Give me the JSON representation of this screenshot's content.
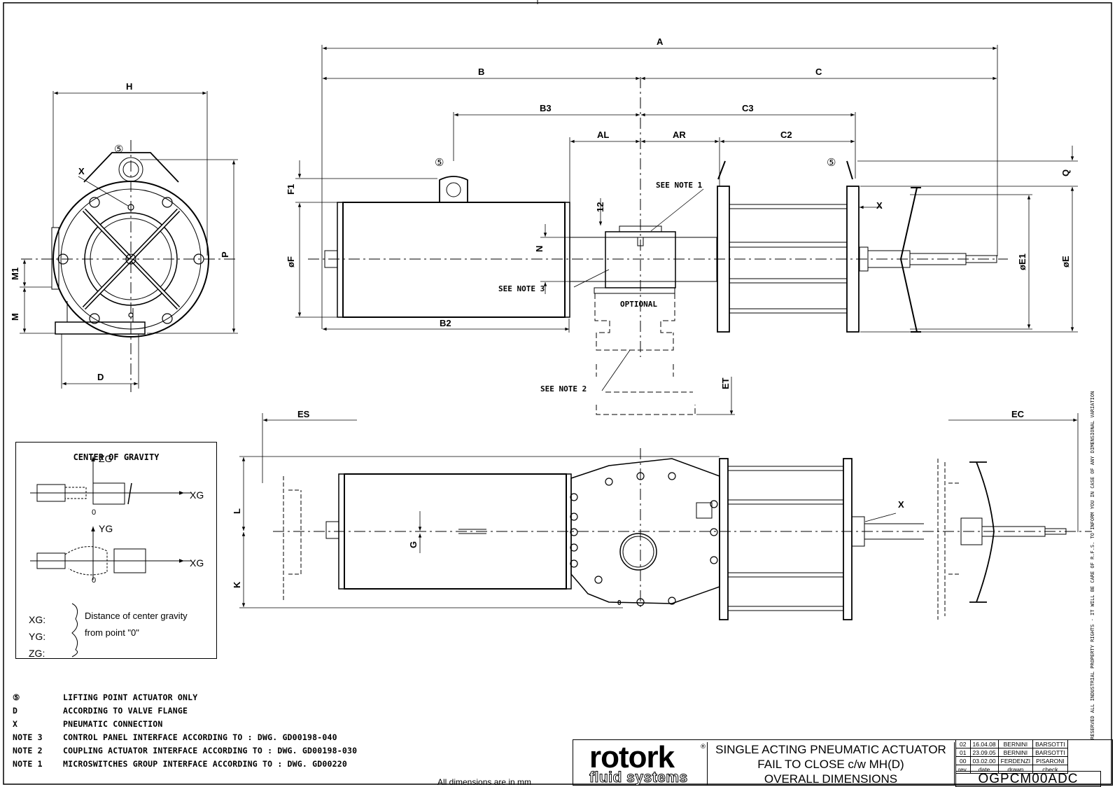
{
  "dimensions": {
    "A": "A",
    "B": "B",
    "C": "C",
    "B3": "B3",
    "C3": "C3",
    "AL": "AL",
    "AR": "AR",
    "C2": "C2",
    "H": "H",
    "P": "P",
    "M": "M",
    "M1": "M1",
    "D": "D",
    "X": "X",
    "F1": "F1",
    "F": "øF",
    "E1": "øE1",
    "E": "øE",
    "Q": "Q",
    "N": "N",
    "dim12": "12",
    "B2": "B2",
    "ET": "ET",
    "ES": "ES",
    "EC": "EC",
    "L": "L",
    "K": "K",
    "G": "G"
  },
  "notes_callouts": {
    "note1": "SEE NOTE 1",
    "note2": "SEE NOTE 2",
    "note3": "SEE NOTE 3",
    "optional": "OPTIONAL",
    "origin": "0"
  },
  "center_of_gravity": {
    "title": "CENTER OF GRAVITY",
    "zg": "ZG",
    "xg": "XG",
    "yg": "YG",
    "xg_colon": "XG:",
    "yg_colon": "YG:",
    "zg_colon": "ZG:",
    "text_line1": "Distance of center gravity",
    "text_line2": "from point \"0\""
  },
  "legend": [
    {
      "key": "⑤",
      "text": "LIFTING POINT ACTUATOR ONLY"
    },
    {
      "key": "D",
      "text": "ACCORDING TO VALVE FLANGE"
    },
    {
      "key": "X",
      "text": "PNEUMATIC CONNECTION"
    },
    {
      "key": "NOTE 3",
      "text": "CONTROL PANEL INTERFACE ACCORDING TO : DWG. GD00198-040"
    },
    {
      "key": "NOTE 2",
      "text": "COUPLING ACTUATOR INTERFACE ACCORDING TO : DWG. GD00198-030"
    },
    {
      "key": "NOTE 1",
      "text": "MICROSWITCHES GROUP INTERFACE ACCORDING TO : DWG. GD00220"
    }
  ],
  "all_dimensions": "All dimensions are in mm",
  "logo": {
    "line1": "rotork",
    "line2": "fluid systems",
    "reg": "®"
  },
  "title_block": {
    "line1": "SINGLE ACTING PNEUMATIC ACTUATOR",
    "line2": "FAIL TO CLOSE c/w MH(D)",
    "line3": "OVERALL DIMENSIONS",
    "drawing_number": "OGPCM00ADC",
    "revisions": [
      {
        "rev": "02",
        "date": "16.04.08",
        "drawn": "BERNINI",
        "check": "BARSOTTI"
      },
      {
        "rev": "01",
        "date": "23.09.05",
        "drawn": "BERNINI",
        "check": "BARSOTTI"
      },
      {
        "rev": "00",
        "date": "03.02.00",
        "drawn": "FERDENZI",
        "check": "PISARONI"
      }
    ],
    "headers": {
      "rev": "rev.",
      "date": "date",
      "drawn": "drawn",
      "check": "check"
    }
  },
  "side_note": "RESERVED ALL INDUSTRIAL PROPERTY RIGHTS - IT WILL BE CARE OF R.F.S. TO INFORM YOU IN CASE OF ANY DIMENSIONAL VARIATION"
}
